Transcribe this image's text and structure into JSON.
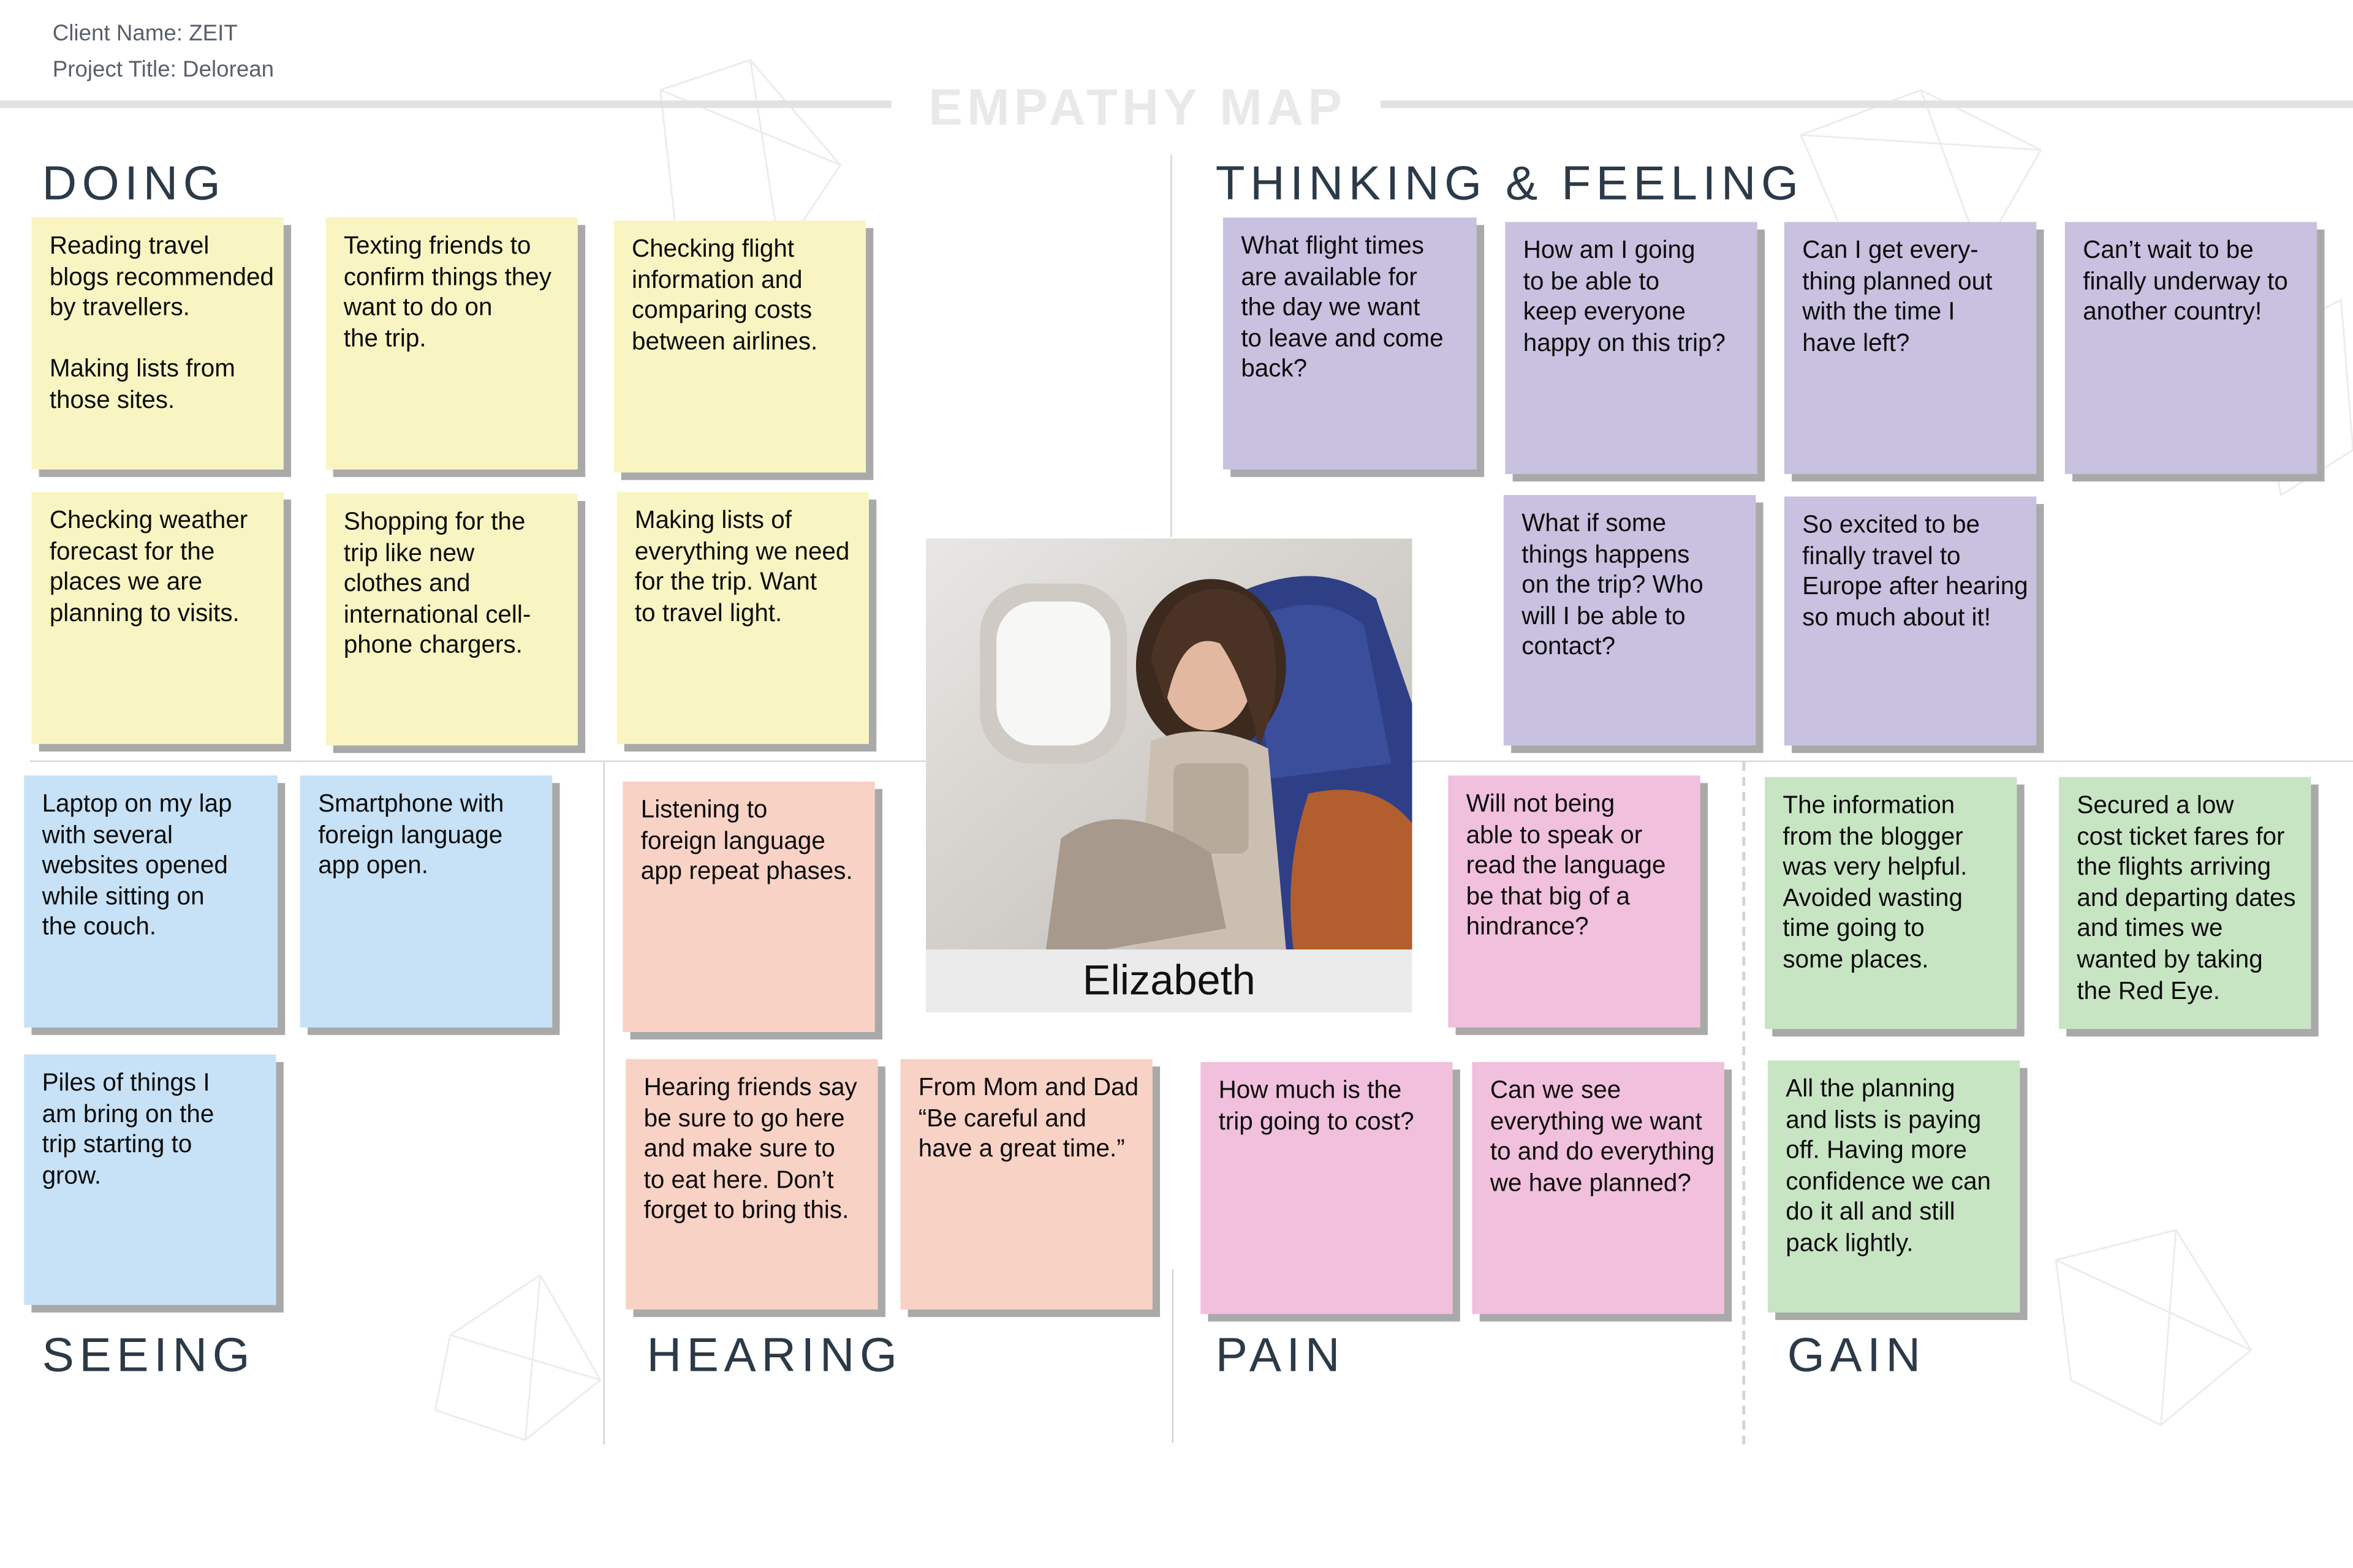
{
  "header": {
    "client_name": "Client Name: ZEIT",
    "project_title": "Project Title: Delorean",
    "map_title": "EMPATHY MAP"
  },
  "sections": {
    "doing": "DOING",
    "thinking_feeling": "THINKING & FEELING",
    "seeing": "SEEING",
    "hearing": "HEARING",
    "pain": "PAIN",
    "gain": "GAIN"
  },
  "persona": {
    "name": "Elizabeth"
  },
  "colors": {
    "doing": "#f8f5c2",
    "thinking_feeling": "#c9c1e0",
    "seeing": "#c7e2f6",
    "hearing": "#f9d2c6",
    "pain": "#f1c0dd",
    "gain": "#c8e5c3",
    "section_text": "#2c3a48"
  },
  "notes": {
    "doing": [
      "Reading travel\nblogs recommended\nby travellers.\n\nMaking lists from\nthose sites.",
      "Texting friends to\nconfirm things they\nwant to do on\nthe trip.",
      "Checking flight\ninformation and\ncomparing costs\nbetween airlines.",
      "Checking weather\nforecast for the\nplaces we are\nplanning to visits.",
      "Shopping for the\ntrip like new\nclothes and\ninternational cell-\nphone chargers.",
      "Making lists of\neverything we need\nfor the trip.  Want\nto travel light."
    ],
    "thinking_feeling": [
      "What flight times\nare available for\nthe day we want\nto leave and come\nback?",
      "How am I going\nto be able to\nkeep everyone\nhappy on this trip?",
      "Can I get every-\nthing planned out\nwith the time I\nhave left?",
      "Can’t wait to be\nfinally underway to\nanother country!",
      "What if some\nthings happens\non the trip?  Who\nwill I be able to\ncontact?",
      "So excited to be\nfinally travel to\nEurope after hearing\nso much about it!"
    ],
    "seeing": [
      "Laptop on my lap\nwith several\nwebsites opened\nwhile sitting on\nthe couch.",
      "Smartphone with\nforeign language\napp open.",
      "Piles of things I\nam bring on the\ntrip starting to\ngrow."
    ],
    "hearing": [
      "Listening to\nforeign language\napp repeat phases.",
      "Hearing friends say\nbe sure to go here\nand make sure to\nto eat here.  Don’t\nforget to bring this.",
      "From Mom and Dad\n“Be careful and\nhave a great time.”"
    ],
    "pain": [
      "Will not being\nable to speak or\nread the language\nbe that big of a\nhindrance?",
      "How much is the\ntrip going to cost?",
      "Can we see\neverything we want\nto and do everything\nwe have planned?"
    ],
    "gain": [
      "The information\nfrom the blogger\nwas very helpful.\nAvoided wasting\ntime going to\nsome places.",
      "Secured a low\ncost ticket fares for\nthe flights arriving\nand departing dates\nand times we\nwanted by taking\nthe Red Eye.",
      "All the planning\nand lists is paying\noff.  Having more\nconfidence we can\ndo it all and still\npack lightly."
    ]
  }
}
